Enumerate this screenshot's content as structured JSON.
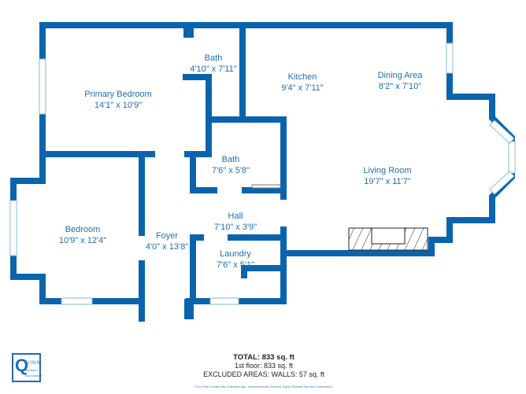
{
  "colors": {
    "wall": "#0a64ad",
    "label": "#1f6fae"
  },
  "rooms": [
    {
      "name": "Primary Bedroom",
      "size": "14'1\" x 10'9\""
    },
    {
      "name": "Bath",
      "size": "4'10\" x 7'11\""
    },
    {
      "name": "Kitchen",
      "size": "9'4\" x 7'11\""
    },
    {
      "name": "Dining Area",
      "size": "8'2\" x 7'10\""
    },
    {
      "name": "Bath",
      "size": "7'6\" x 5'8\""
    },
    {
      "name": "Living Room",
      "size": "19'7\" x 11'7\""
    },
    {
      "name": "Hall",
      "size": "7'10\" x 3'9\""
    },
    {
      "name": "Bedroom",
      "size": "10'9\" x 12'4\""
    },
    {
      "name": "Foyer",
      "size": "4'0\" x 13'8\""
    },
    {
      "name": "Laundry",
      "size": "7'6\" x 5'1\""
    }
  ],
  "summary": {
    "total": "TOTAL: 833 sq. ft",
    "floor": "1st floor: 833 sq. ft",
    "excluded": "EXCLUDED AREAS: WALLS: 57 sq. ft",
    "disclaimer": "Floor Plan Created By Cubicasa App. Measurements Deemed Highly Reliable But Not Guaranteed."
  },
  "logo": {
    "letter": "Q",
    "name": "UINN",
    "line1": "PROPERTY",
    "line2": "MANAGEMENT"
  }
}
